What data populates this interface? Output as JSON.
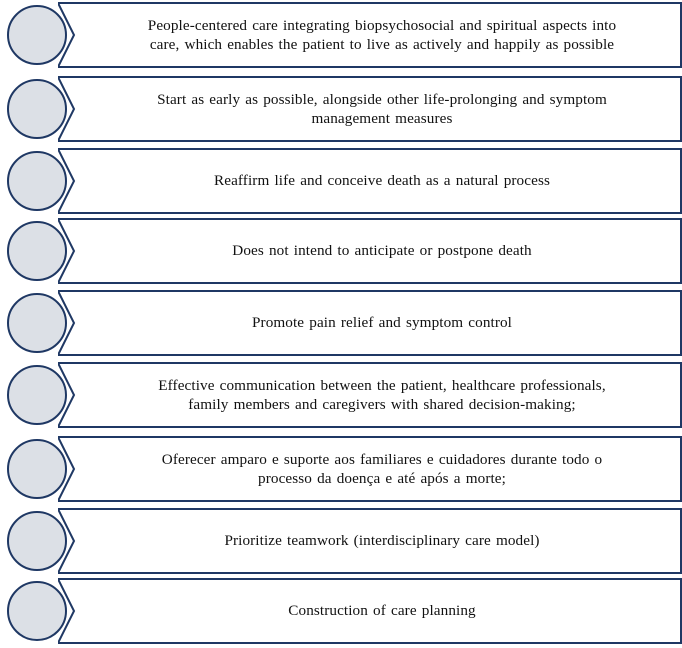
{
  "diagram": {
    "type": "vertical-list-flowchart",
    "colors": {
      "bar_border": "#1f3864",
      "bar_fill": "#ffffff",
      "bullet_fill": "#dce0e6",
      "bullet_border": "#1f3864",
      "text": "#111111",
      "background": "#ffffff"
    },
    "items": [
      {
        "id": "item-1",
        "bullet": "circle-bullet",
        "text": "People-centered care integrating biopsychosocial and spiritual aspects into care, which enables the patient to live as actively and happily as possible",
        "lines": [
          "People-centered care integrating  biopsychosocial and spiritual  aspects into",
          "care, which  enables  the patient  to live  as actively  and happily as possible"
        ]
      },
      {
        "id": "item-2",
        "bullet": "circle-bullet",
        "text": "Start as early as possible, alongside other life-prolonging and symptom management measures",
        "lines": [
          "Start as early  as possible, alongside other life-prolonging  and symptom",
          "management  measures"
        ]
      },
      {
        "id": "item-3",
        "bullet": "circle-bullet",
        "text": "Reaffirm life and conceive death as a natural process",
        "lines": [
          "Reaffirm  life  and conceive death as a natural  process"
        ]
      },
      {
        "id": "item-4",
        "bullet": "circle-bullet",
        "text": "Does not intend to anticipate or postpone death",
        "lines": [
          "Does not intend to anticipate  or postpone death"
        ]
      },
      {
        "id": "item-5",
        "bullet": "circle-bullet",
        "text": "Promote pain relief and symptom control",
        "lines": [
          "Promote pain relief  and symptom control"
        ]
      },
      {
        "id": "item-6",
        "bullet": "circle-bullet",
        "text": "Effective communication between the patient, healthcare professionals, family members and caregivers with shared decision-making;",
        "lines": [
          "Effective  communication  between  the patient,  healthcare professionals,",
          "family  members  and caregivers  with  shared decision-making;"
        ]
      },
      {
        "id": "item-7",
        "bullet": "circle-bullet",
        "text": "Oferecer amparo e suporte aos familiares e cuidadores durante todo o processo da doença e até após a morte;",
        "lines": [
          "Oferecer amparo e suporte aos familiares  e cuidadores durante todo o",
          "processo da doença e até após a morte;"
        ]
      },
      {
        "id": "item-8",
        "bullet": "circle-bullet",
        "text": "Prioritize teamwork (interdisciplinary care model)",
        "lines": [
          "Prioritize  teamwork (interdisciplinary  care model)"
        ]
      },
      {
        "id": "item-9",
        "bullet": "circle-bullet",
        "text": "Construction of care planning",
        "lines": [
          "Construction of care planning"
        ]
      }
    ]
  }
}
